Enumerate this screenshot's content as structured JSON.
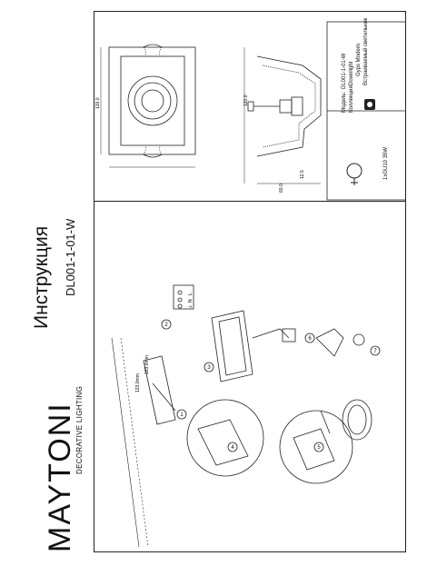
{
  "brand": {
    "name": "MAYTONI",
    "tagline": "DECORATIVE LIGHTING"
  },
  "document": {
    "title": "Инструкция",
    "model_code": "DL001-1-01-W"
  },
  "specs": {
    "model_label": "Модель:",
    "model_value": "DL001-1-01-W",
    "collection_label": "Коллекция:",
    "collection_value": "Downlight",
    "type_line1": "Gyps Modern",
    "type_line2": "Встраиваемый светильник",
    "lamp": "1xGU10 35W"
  },
  "dimensions": {
    "width": "120.0",
    "height": "120.0",
    "depth": "60.0",
    "offset": "12.5"
  },
  "steps": [
    "1",
    "2",
    "3",
    "4",
    "5",
    "6",
    "7"
  ],
  "cutout": {
    "a": "123.0mm",
    "b": "123.0mm"
  },
  "terminal": [
    "L",
    "N",
    "⏚"
  ]
}
